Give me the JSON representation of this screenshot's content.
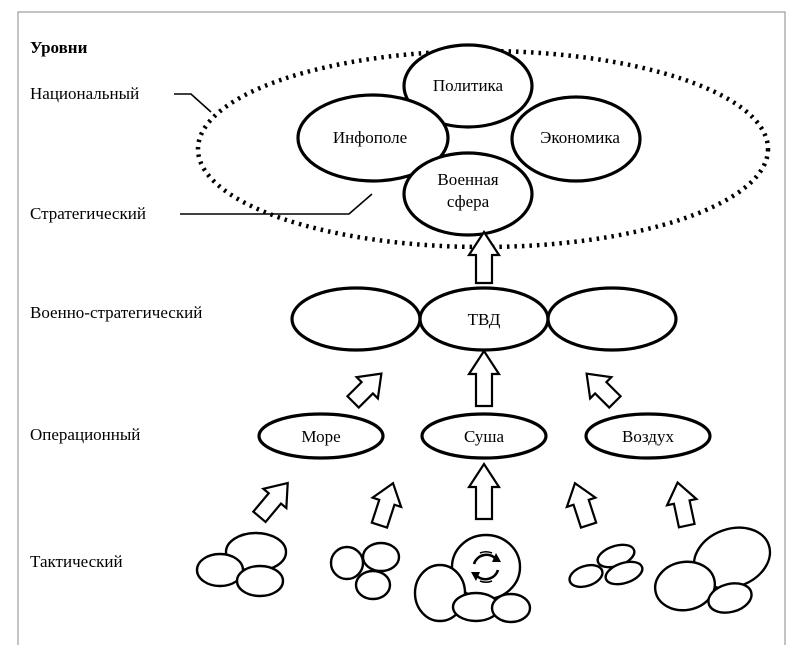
{
  "title": "Уровни",
  "levels": {
    "national": "Национальный",
    "strategic": "Стратегический",
    "military_strategic": "Военно-стратегический",
    "operational": "Операционный",
    "tactical": "Тактический"
  },
  "national_spheres": {
    "politics": "Политика",
    "infofield": "Инфополе",
    "economy": "Экономика",
    "military_line1": "Военная",
    "military_line2": "сфера"
  },
  "theaters": {
    "center": "ТВД"
  },
  "domains": {
    "sea": "Море",
    "land": "Суша",
    "air": "Воздух"
  }
}
